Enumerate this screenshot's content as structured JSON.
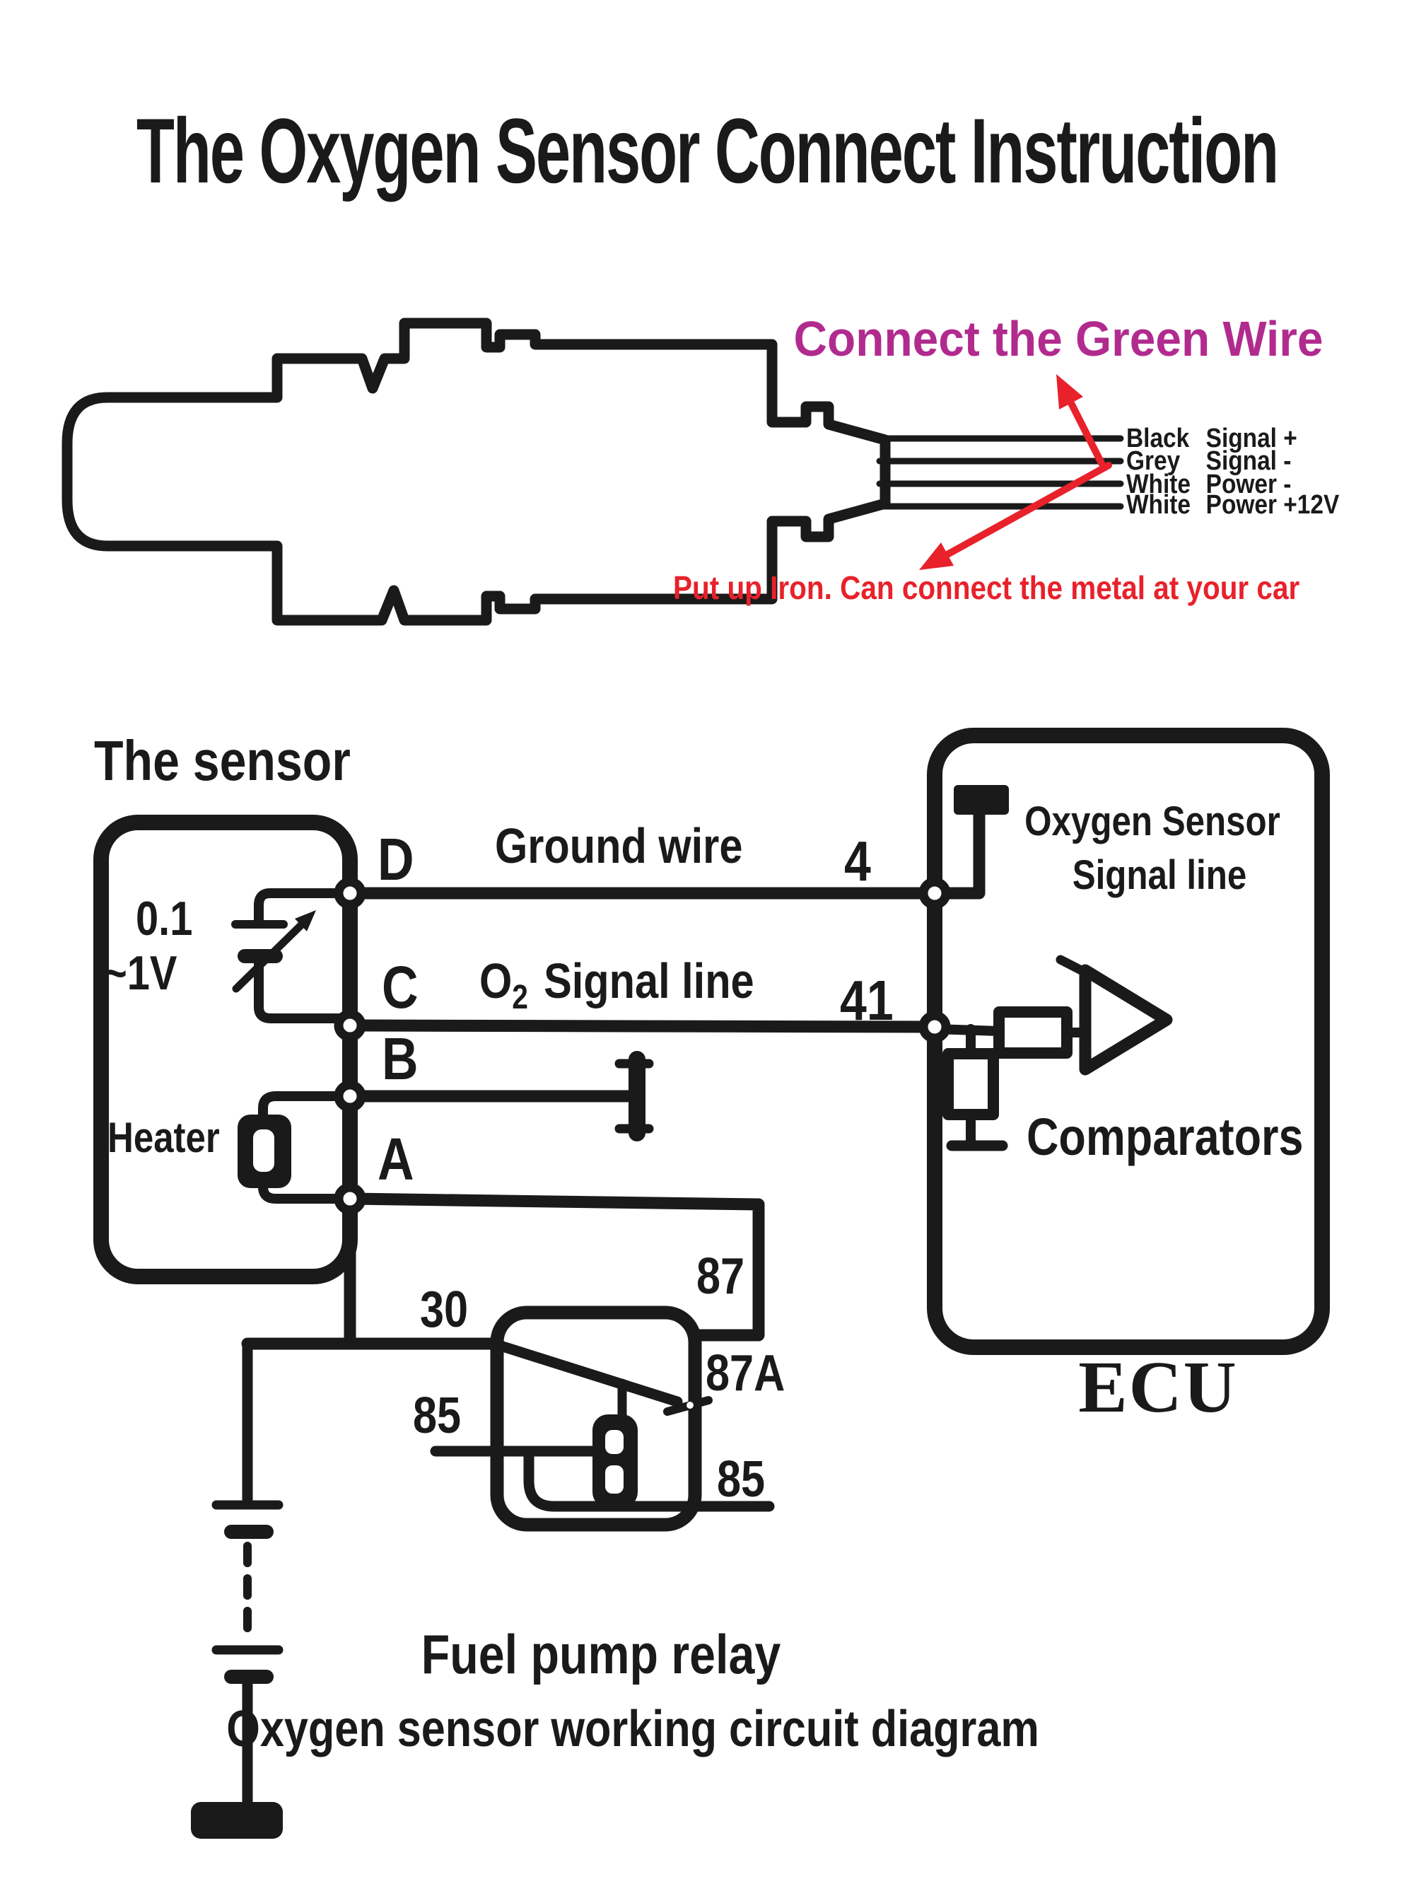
{
  "title": "The Oxygen Sensor Connect Instruction",
  "colors": {
    "ink": "#1a1a1a",
    "magenta": "#b12b8e",
    "red": "#e8212b"
  },
  "top_section": {
    "heading": "Connect the Green Wire",
    "wires": [
      {
        "color_name": "Black",
        "function": "Signal +"
      },
      {
        "color_name": "Grey",
        "function": "Signal -"
      },
      {
        "color_name": "White",
        "function": "Power -"
      },
      {
        "color_name": "White",
        "function": "Power +12V"
      }
    ],
    "note": "Put up Iron. Can connect the metal at your car"
  },
  "circuit": {
    "sensor_label": "The sensor",
    "voltage_line1": "0.1",
    "voltage_line2": "~1V",
    "heater_label": "Heater",
    "terminals": {
      "d": "D",
      "c": "C",
      "b": "B",
      "a": "A"
    },
    "ground_wire_label": "Ground wire",
    "o2_label": {
      "o": "O",
      "sub": "2",
      "rest": "Signal line"
    },
    "ecu_pins": {
      "pin4": "4",
      "pin41": "41"
    },
    "ecu_inner_line1": "Oxygen Sensor",
    "ecu_inner_line2": "Signal line",
    "comparators_label": "Comparators",
    "ecu_label": "ECU",
    "relay_pins": {
      "p30": "30",
      "p85_left": "85",
      "p87": "87",
      "p87a": "87A",
      "p85_right": "85"
    },
    "caption_line1": "Fuel pump relay",
    "caption_line2": "Oxygen sensor working circuit diagram"
  }
}
